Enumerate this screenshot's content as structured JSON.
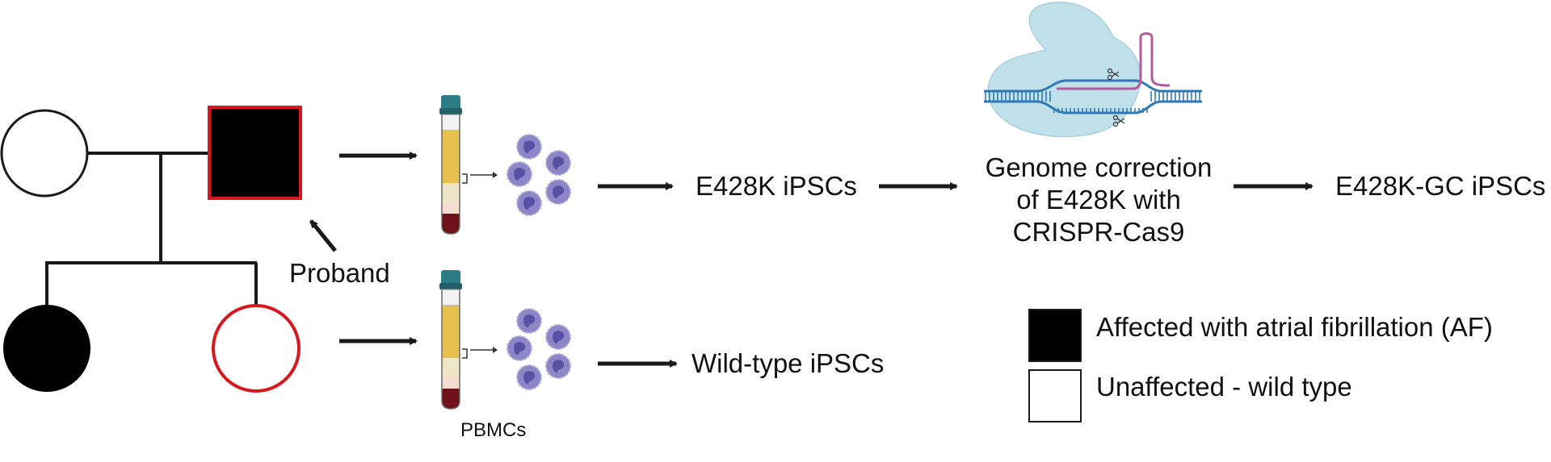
{
  "colors": {
    "line": "#1a1a1a",
    "affected_fill": "#000000",
    "proband_outline": "#d7191f",
    "unaffected_fill": "#ffffff",
    "plasma": "#e8c04e",
    "buffy": "#efe6c8",
    "rbc": "#6e1119",
    "tube_cap": "#2c7a86",
    "cell_fill": "#8c86c8",
    "cas9_blob": "#b9dde8",
    "dna": "#2d78b5",
    "guide_rna": "#b45a9c"
  },
  "icons": [
    "blood-tube-icon",
    "pbmc-cell-icon",
    "crispr-cas9-icon",
    "scissors-icon"
  ],
  "pedigree": {
    "proband_label": "Proband"
  },
  "workflow": {
    "affected_line_label": "E428K iPSCs",
    "correction_label_lines": [
      "Genome correction",
      "of E428K with",
      "CRISPR-Cas9"
    ],
    "corrected_label": "E428K-GC iPSCs",
    "wildtype_label": "Wild-type iPSCs",
    "pbmc_label": "PBMCs"
  },
  "legend": {
    "items": [
      {
        "label": "Affected with atrial fibrillation (AF)",
        "fill": "#000000"
      },
      {
        "label": "Unaffected - wild type",
        "fill": "#ffffff"
      }
    ]
  }
}
